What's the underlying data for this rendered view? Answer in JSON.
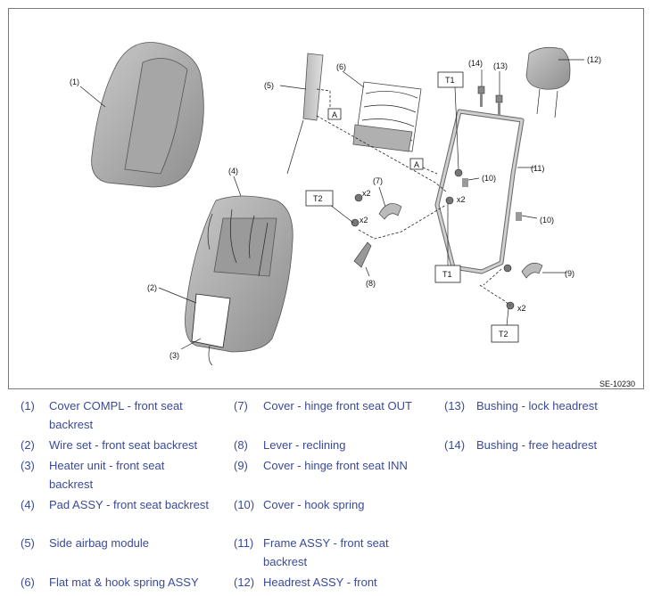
{
  "figure": {
    "code": "SE-10230",
    "callouts": [
      "(1)",
      "(2)",
      "(3)",
      "(4)",
      "(5)",
      "(6)",
      "(7)",
      "(8)",
      "(9)",
      "(10)",
      "(10)",
      "(11)",
      "(12)",
      "(13)",
      "(14)"
    ],
    "torque_tags": [
      "T1",
      "T1",
      "T2",
      "T2"
    ],
    "ref_tags": [
      "A",
      "A"
    ],
    "qty": [
      "x2",
      "x2",
      "x2",
      "x2"
    ]
  },
  "legend": {
    "rows": [
      [
        {
          "num": "(1)",
          "text": "Cover COMPL - front seat backrest"
        },
        {
          "num": "(7)",
          "text": "Cover - hinge front seat OUT"
        },
        {
          "num": "(13)",
          "text": "Bushing - lock headrest"
        }
      ],
      [
        {
          "num": "(2)",
          "text": "Wire set - front seat backrest"
        },
        {
          "num": "(8)",
          "text": "Lever - reclining"
        },
        {
          "num": "(14)",
          "text": "Bushing - free headrest"
        }
      ],
      [
        {
          "num": "(3)",
          "text": "Heater unit - front seat backrest"
        },
        {
          "num": "(9)",
          "text": "Cover - hinge front seat INN"
        },
        {
          "num": "",
          "text": ""
        }
      ],
      [
        {
          "num": "(4)",
          "text": "Pad ASSY - front seat backrest"
        },
        {
          "num": "(10)",
          "text": "Cover - hook spring"
        },
        {
          "num": "",
          "text": ""
        }
      ],
      [
        {
          "num": "(5)",
          "text": "Side airbag module"
        },
        {
          "num": "(11)",
          "text": "Frame ASSY - front seat backrest"
        },
        {
          "num": "",
          "text": ""
        }
      ],
      [
        {
          "num": "(6)",
          "text": "Flat mat & hook spring ASSY"
        },
        {
          "num": "(12)",
          "text": "Headrest ASSY - front"
        },
        {
          "num": "",
          "text": ""
        }
      ]
    ]
  }
}
